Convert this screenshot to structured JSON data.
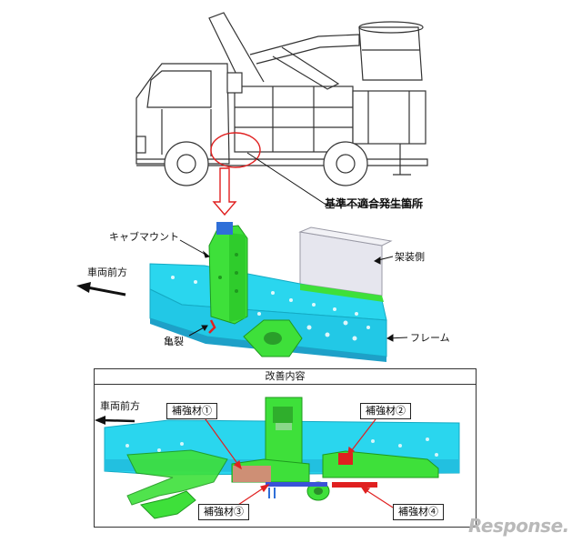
{
  "labels": {
    "defect_location": "基準不適合発生箇所",
    "cab_mount": "キャブマウント",
    "vehicle_front_1": "車両前方",
    "body_side": "架装側",
    "crack": "亀裂",
    "frame": "フレーム",
    "vehicle_front_2": "車両前方"
  },
  "improvement": {
    "title": "改善内容",
    "reinforcement_1": "補強材①",
    "reinforcement_2": "補強材②",
    "reinforcement_3": "補強材③",
    "reinforcement_4": "補強材④"
  },
  "watermark": "Response.",
  "colors": {
    "frame_cyan": "#2ad6ee",
    "mount_green": "#3ee03a",
    "highlight_red": "#e02020",
    "marker_blue": "#2f6fd8",
    "leader_arrow": "#1a1a1a"
  }
}
